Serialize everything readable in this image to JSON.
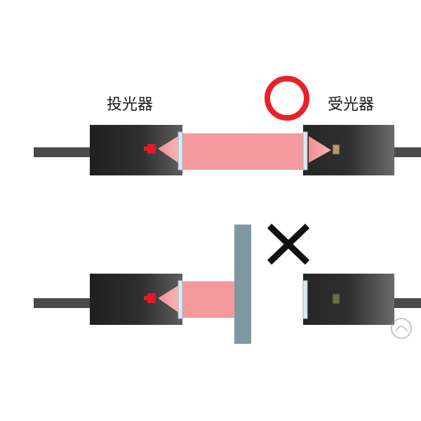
{
  "labels": {
    "emitter": "投光器",
    "receiver": "受光器"
  },
  "scenes": [
    {
      "name": "unobstructed",
      "result_icon": "circle-icon",
      "beam": "reaches-receiver"
    },
    {
      "name": "blocked",
      "result_icon": "cross-icon",
      "beam": "blocked-by-object"
    }
  ],
  "colors": {
    "beam": "#f49a9c",
    "housing_dark": "#2b2b2b",
    "housing_light": "#5a5a5a",
    "led": "#e01a2b",
    "obstacle": "#7f97a0",
    "ok_circle": "#e8202a",
    "ng_cross": "#111111",
    "cable": "#4a4a4a"
  }
}
